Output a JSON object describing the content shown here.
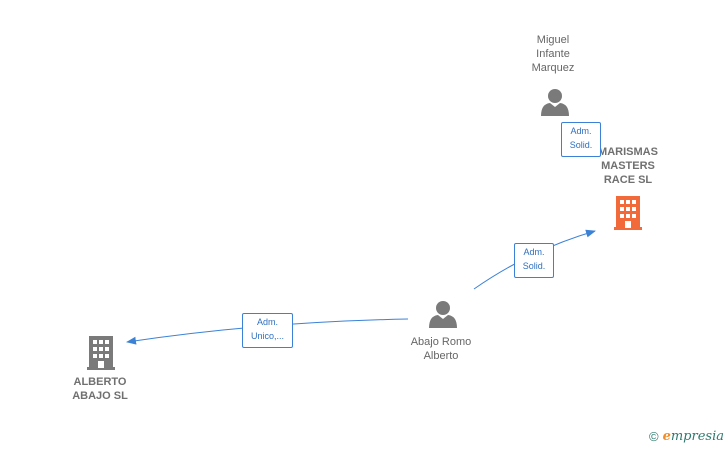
{
  "nodes": {
    "miguel": {
      "label": "Miguel\nInfante\nMarquez",
      "kind": "person"
    },
    "marismas": {
      "label": "MARISMAS\nMASTERS\nRACE  SL",
      "kind": "company-highlight"
    },
    "abajo_romo": {
      "label": "Abajo Romo\nAlberto",
      "kind": "person"
    },
    "alberto_abajo": {
      "label": "ALBERTO\nABAJO  SL",
      "kind": "company"
    }
  },
  "edges": {
    "miguel_marismas": {
      "label": "Adm.\nSolid."
    },
    "abajo_marismas": {
      "label": "Adm.\nSolid."
    },
    "abajo_alberto": {
      "label": "Adm.\nUnico,..."
    }
  },
  "colors": {
    "edge": "#3b82d6",
    "person_icon": "#7a7a7a",
    "company_icon": "#7a7a7a",
    "company_highlight": "#f26a3a"
  },
  "brand": {
    "copyright": "©",
    "name": "mpresia",
    "initial": "e"
  }
}
